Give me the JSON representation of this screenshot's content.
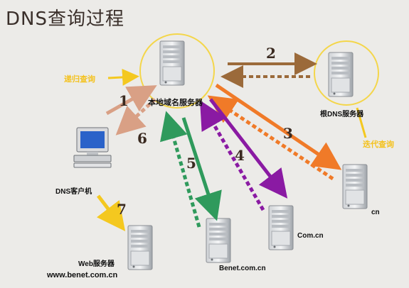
{
  "title": "DNS查询过程",
  "nodes": {
    "local_dns": "本地域名服务器",
    "root_dns": "根DNS服务器",
    "cn": "cn",
    "com_cn": "Com.cn",
    "benet": "Benet.com.cn",
    "client": "DNS客户机",
    "web_server": "Web服务器",
    "web_domain": "www.benet.com.cn"
  },
  "query_types": {
    "recursive": "递归查询",
    "iterative": "迭代查询"
  },
  "steps": [
    "1",
    "2",
    "3",
    "4",
    "5",
    "6",
    "7"
  ],
  "colors": {
    "brown": "#9b6a3a",
    "orange": "#f07a28",
    "purple": "#8a1aa3",
    "green": "#2f9a5c",
    "salmon": "#d9a085",
    "yellow": "#f4c81f"
  }
}
